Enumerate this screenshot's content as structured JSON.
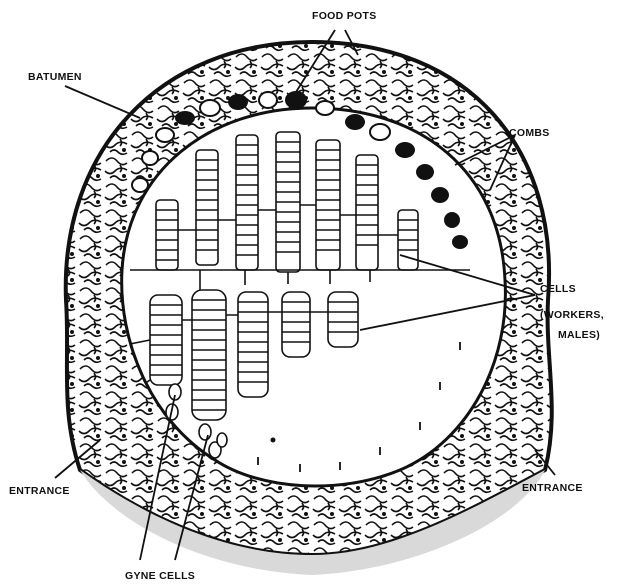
{
  "labels": {
    "food_pots": "FOOD POTS",
    "batumen": "BATUMEN",
    "combs": "COMBS",
    "cells_line1": "CELLS",
    "cells_line2": "(WORKERS,",
    "cells_line3": "MALES)",
    "entrance_left": "ENTRANCE",
    "entrance_right": "ENTRANCE",
    "gyne_cells": "GYNE CELLS"
  },
  "colors": {
    "ink": "#111111",
    "paper": "#ffffff",
    "fill_gray": "#d9d9d9"
  }
}
